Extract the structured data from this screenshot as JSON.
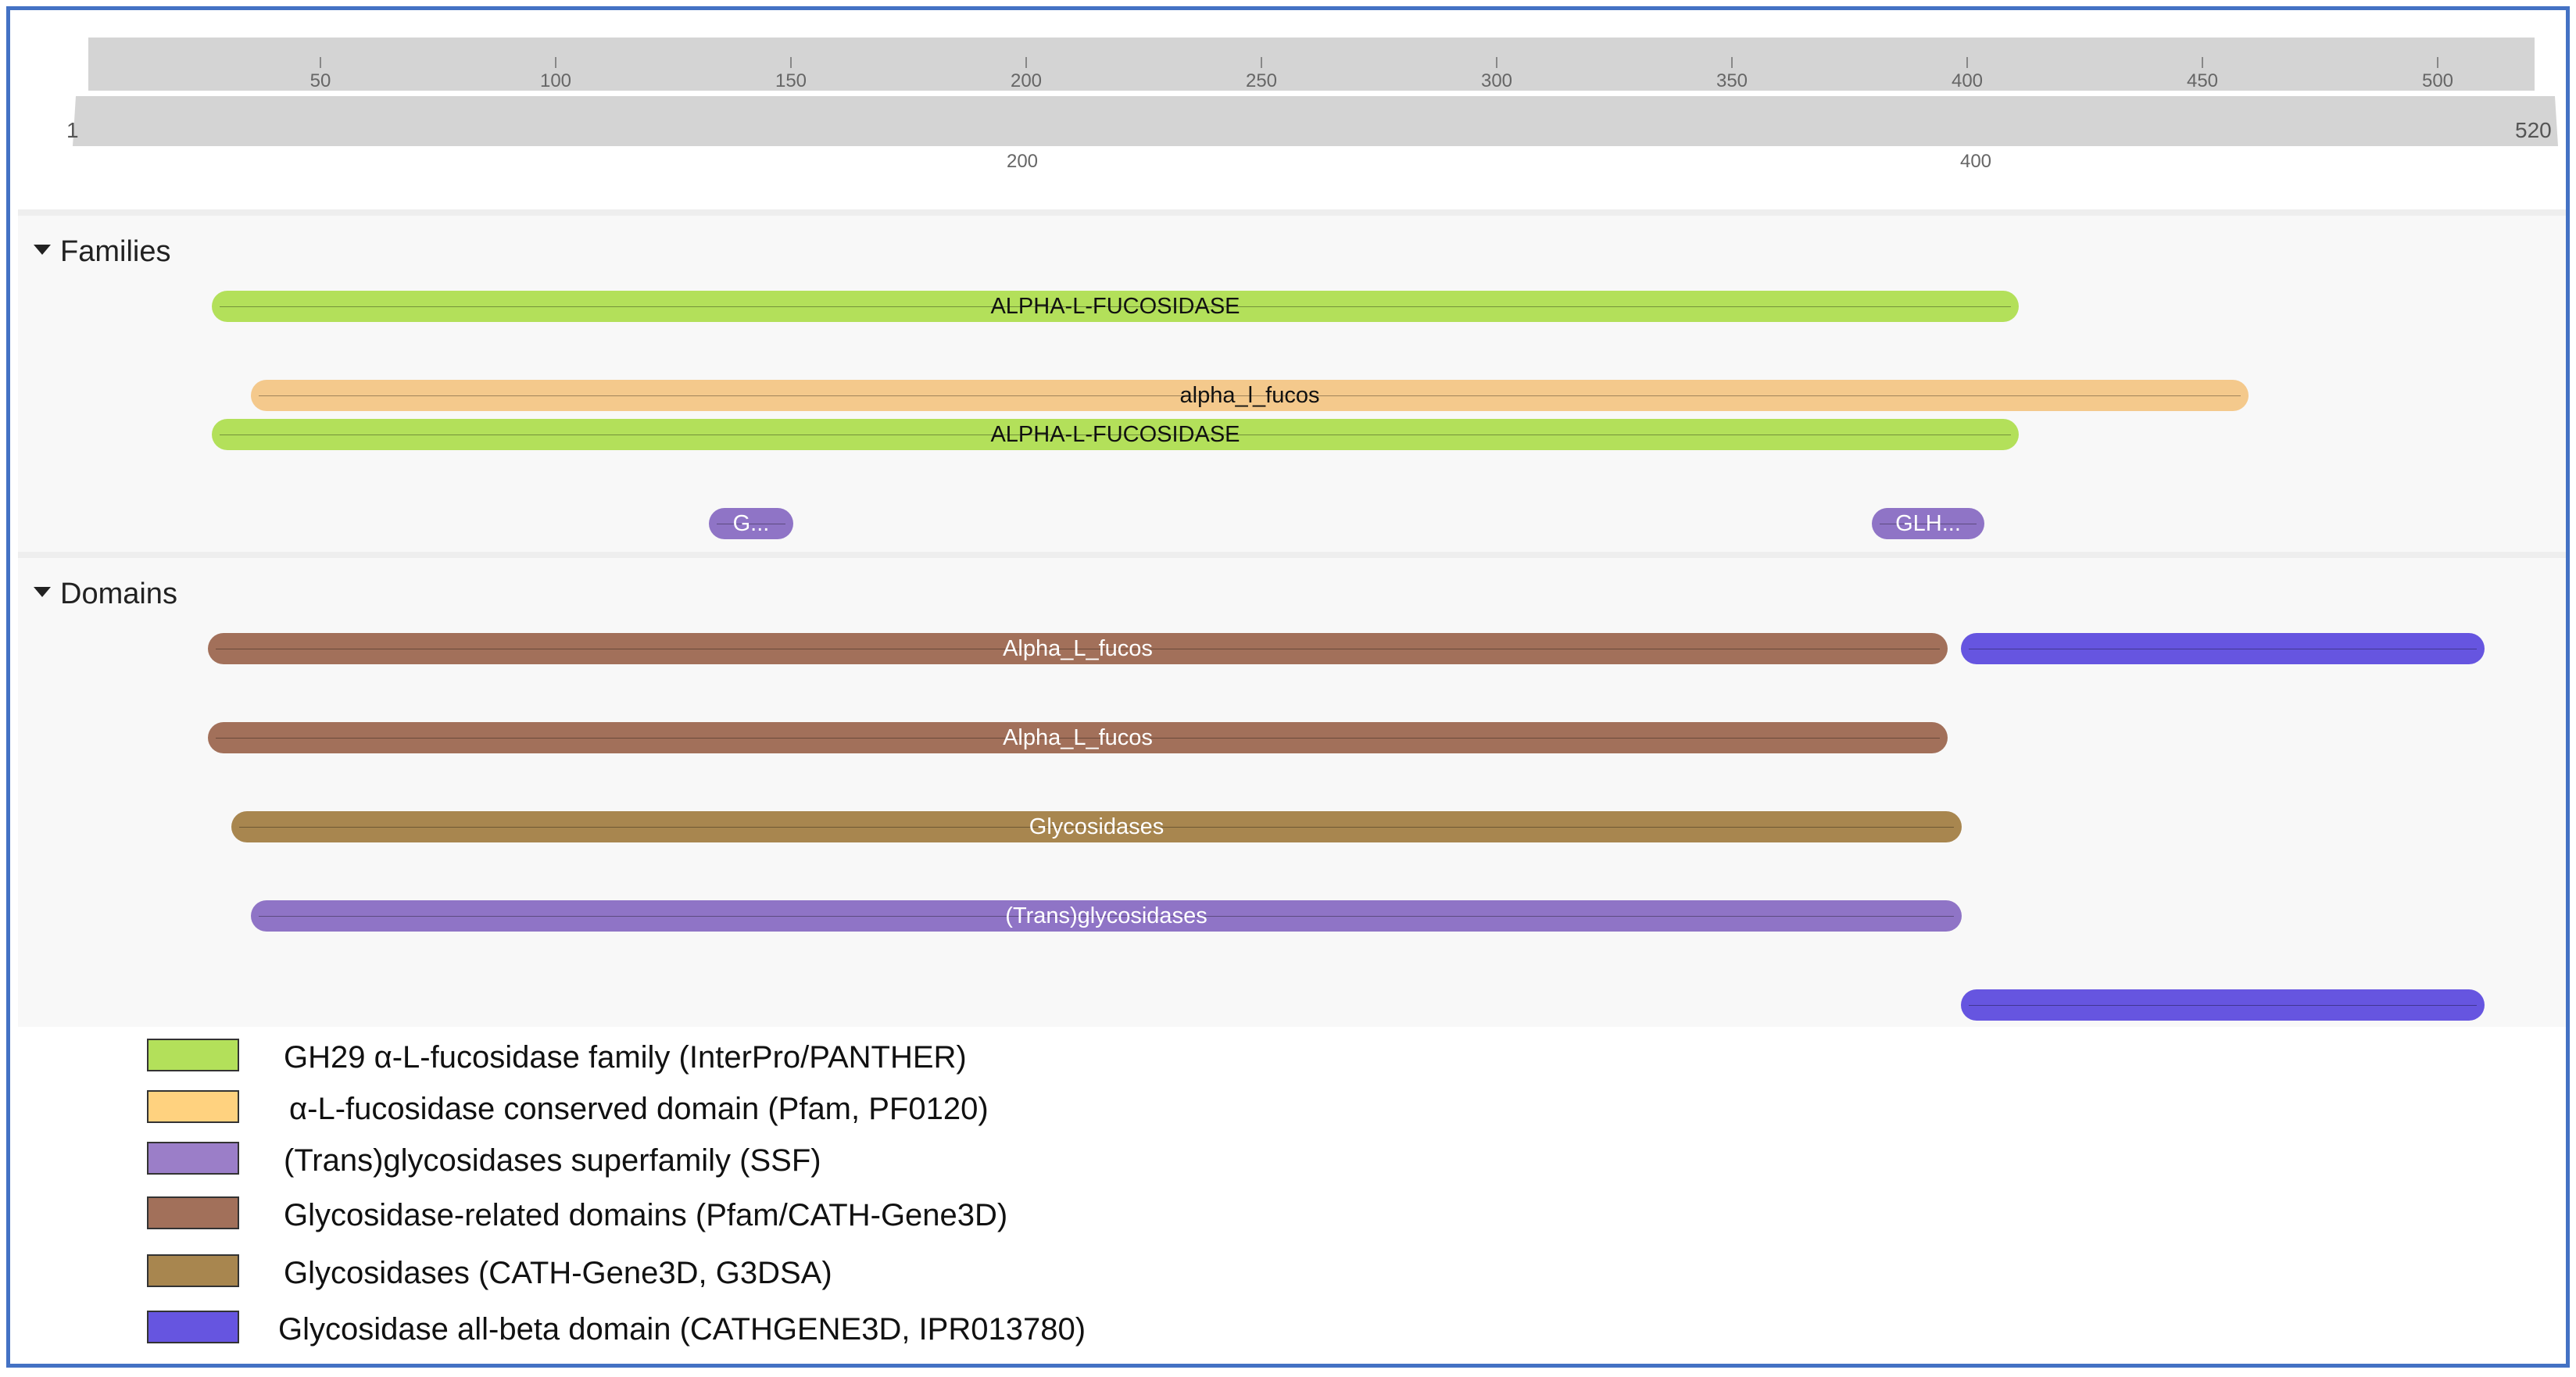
{
  "ruler": {
    "ticks": [
      "50",
      "100",
      "150",
      "200",
      "250",
      "300",
      "350",
      "400",
      "450",
      "500"
    ],
    "start_label": "1",
    "end_label": "520",
    "zoom_labels": [
      "200",
      "400"
    ]
  },
  "families": {
    "title": "Families",
    "bars": [
      {
        "label": "ALPHA-L-FUCOSIDASE",
        "color": "#b3e05a",
        "text_color": "#111111"
      },
      {
        "label": "alpha_l_fucos",
        "color": "#f4c98c",
        "text_color": "#111111"
      },
      {
        "label": "ALPHA-L-FUCOSIDASE",
        "color": "#b3e05a",
        "text_color": "#111111"
      },
      {
        "label": "G...",
        "color": "#8f74c6",
        "text_color": "#ffffff"
      },
      {
        "label": "GLH...",
        "color": "#8f74c6",
        "text_color": "#ffffff"
      }
    ]
  },
  "domains": {
    "title": "Domains",
    "bars": [
      {
        "label": "Alpha_L_fucos",
        "color": "#a2705a",
        "text_color": "#ffffff"
      },
      {
        "label": "",
        "color": "#6655e0",
        "text_color": "#ffffff"
      },
      {
        "label": "Alpha_L_fucos",
        "color": "#a2705a",
        "text_color": "#ffffff"
      },
      {
        "label": "Glycosidases",
        "color": "#a8864f",
        "text_color": "#ffffff"
      },
      {
        "label": "(Trans)glycosidases",
        "color": "#8f74c6",
        "text_color": "#ffffff"
      },
      {
        "label": "",
        "color": "#6655e0",
        "text_color": "#ffffff"
      }
    ]
  },
  "legend": [
    {
      "label": "GH29 α-L-fucosidase family (InterPro/PANTHER)",
      "color": "#b3e05a"
    },
    {
      "label": "α-L-fucosidase conserved domain (Pfam, PF0120)",
      "color": "#ffd27f"
    },
    {
      "label": "(Trans)glycosidases superfamily (SSF)",
      "color": "#9b7ec8"
    },
    {
      "label": "Glycosidase-related domains (Pfam/CATH-Gene3D)",
      "color": "#a2705a"
    },
    {
      "label": "Glycosidases (CATH-Gene3D, G3DSA)",
      "color": "#a8864f"
    },
    {
      "label": "Glycosidase all-beta domain (CATHGENE3D, IPR013780)",
      "color": "#6655e0"
    }
  ]
}
